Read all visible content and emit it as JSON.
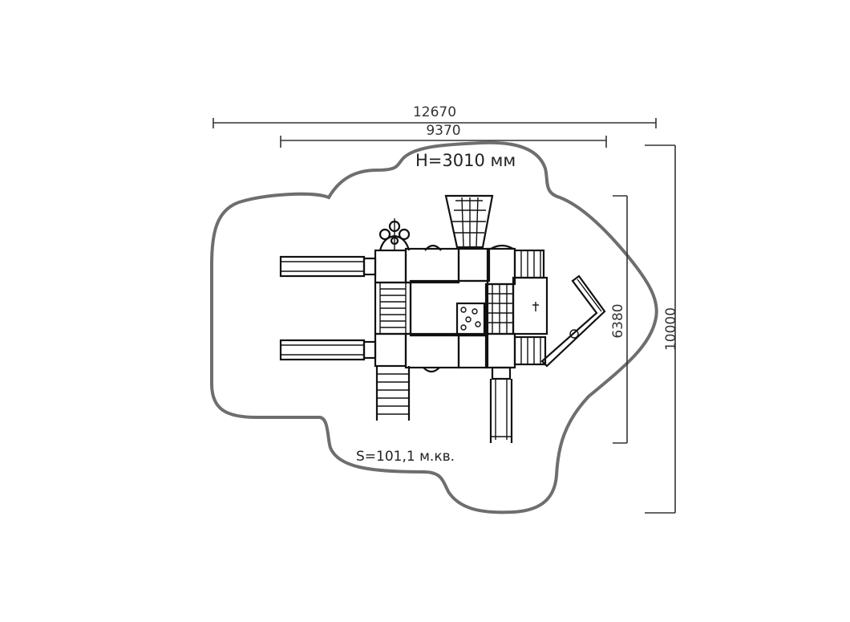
{
  "dimensions": {
    "overall_width": "12670",
    "inner_width": "9370",
    "inner_height": "6380",
    "overall_height": "10000"
  },
  "labels": {
    "height": "H=3010 мм",
    "area": "S=101,1 м.кв."
  },
  "colors": {
    "zone_outline": "#6e6e6e",
    "equipment": "#111111",
    "dimension_lines": "#333333"
  }
}
